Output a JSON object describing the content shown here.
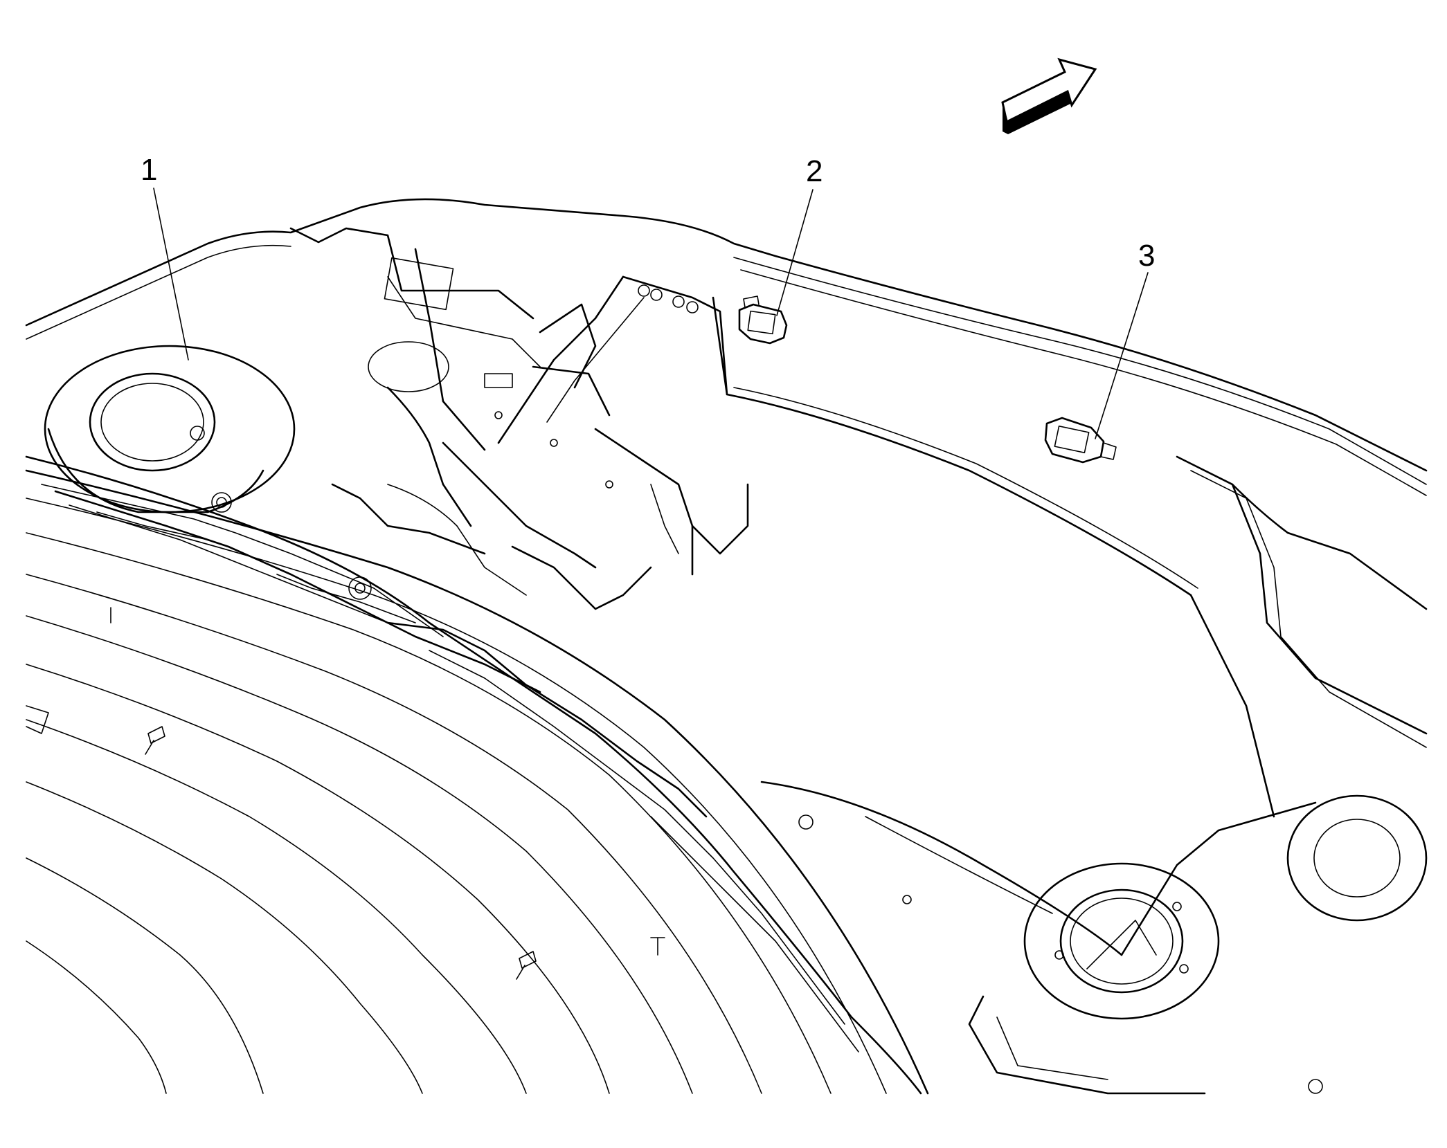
{
  "diagram": {
    "callouts": [
      {
        "id": "1",
        "label": "1"
      },
      {
        "id": "2",
        "label": "2"
      },
      {
        "id": "3",
        "label": "3"
      }
    ],
    "direction_arrow_icon": "forward-direction-arrow-icon",
    "line_color": "#000000",
    "background_color": "#ffffff"
  }
}
